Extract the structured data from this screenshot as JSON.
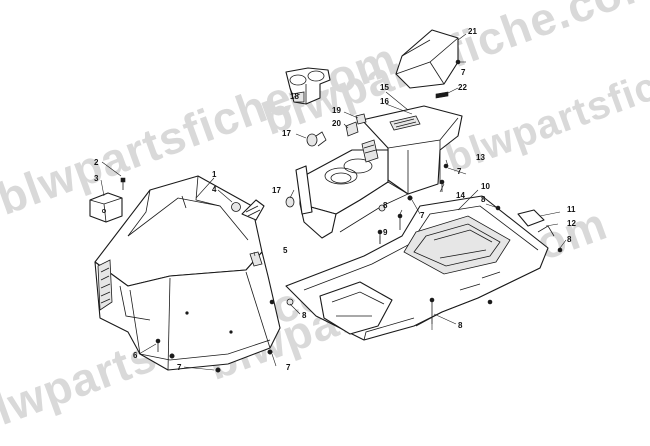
{
  "watermark": {
    "text": "blwpartsfiche.com",
    "color": "#d9d9d9"
  },
  "callouts": [
    {
      "id": "c1",
      "label": "1"
    },
    {
      "id": "c2",
      "label": "2"
    },
    {
      "id": "c3",
      "label": "3"
    },
    {
      "id": "c4",
      "label": "4"
    },
    {
      "id": "c5",
      "label": "5"
    },
    {
      "id": "c6",
      "label": "6"
    },
    {
      "id": "c7a",
      "label": "7"
    },
    {
      "id": "c7b",
      "label": "7"
    },
    {
      "id": "c7c",
      "label": "7"
    },
    {
      "id": "c7d",
      "label": "7"
    },
    {
      "id": "c7e",
      "label": "7"
    },
    {
      "id": "c8a",
      "label": "8"
    },
    {
      "id": "c8b",
      "label": "8"
    },
    {
      "id": "c8c",
      "label": "8"
    },
    {
      "id": "c8d",
      "label": "8"
    },
    {
      "id": "c8e",
      "label": "8"
    },
    {
      "id": "c9",
      "label": "9"
    },
    {
      "id": "c10",
      "label": "10"
    },
    {
      "id": "c11",
      "label": "11"
    },
    {
      "id": "c12",
      "label": "12"
    },
    {
      "id": "c13",
      "label": "13"
    },
    {
      "id": "c14",
      "label": "14"
    },
    {
      "id": "c15",
      "label": "15"
    },
    {
      "id": "c16",
      "label": "16"
    },
    {
      "id": "c17a",
      "label": "17"
    },
    {
      "id": "c17b",
      "label": "17"
    },
    {
      "id": "c18",
      "label": "18"
    },
    {
      "id": "c19",
      "label": "19"
    },
    {
      "id": "c20",
      "label": "20"
    },
    {
      "id": "c21",
      "label": "21"
    },
    {
      "id": "c22",
      "label": "22"
    }
  ]
}
